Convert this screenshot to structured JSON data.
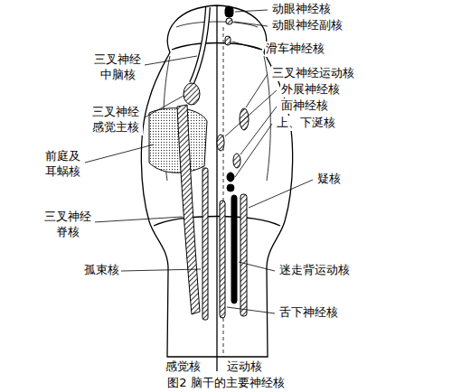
{
  "diagram": {
    "caption": "图2 脑干的主要神经核",
    "labels": [
      "动眼神经核",
      "动眼神经副核",
      "滑车神经核",
      "三叉神经运动核",
      "外展神经核",
      "面神经核",
      "上、下涎核",
      "疑核",
      "迷走背运动核",
      "舌下神经核",
      "三叉神经 中脑核",
      "三叉神经 感觉主核",
      "前庭及 耳蜗核",
      "三叉神经 脊核",
      "孤束核",
      "感觉核",
      "运动核"
    ]
  }
}
